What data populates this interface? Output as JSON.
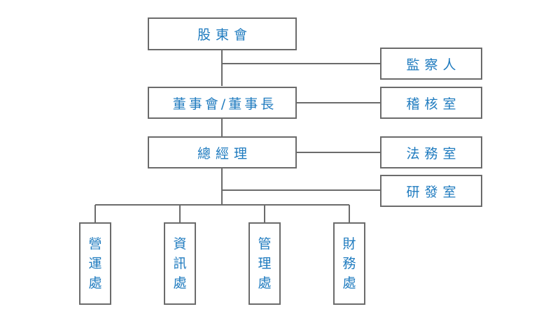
{
  "org": {
    "shareholders": "股東會",
    "supervisor": "監察人",
    "board": "董事會/董事長",
    "audit": "稽核室",
    "gm": "總經理",
    "legal": "法務室",
    "rnd": "研發室",
    "departments": [
      {
        "chars": [
          "營",
          "運",
          "處"
        ]
      },
      {
        "chars": [
          "資",
          "訊",
          "處"
        ]
      },
      {
        "chars": [
          "管",
          "理",
          "處"
        ]
      },
      {
        "chars": [
          "財",
          "務",
          "處"
        ]
      }
    ]
  },
  "colors": {
    "text": "#1f7bbf",
    "border": "#6b6b6b",
    "line": "#6b6b6b"
  }
}
